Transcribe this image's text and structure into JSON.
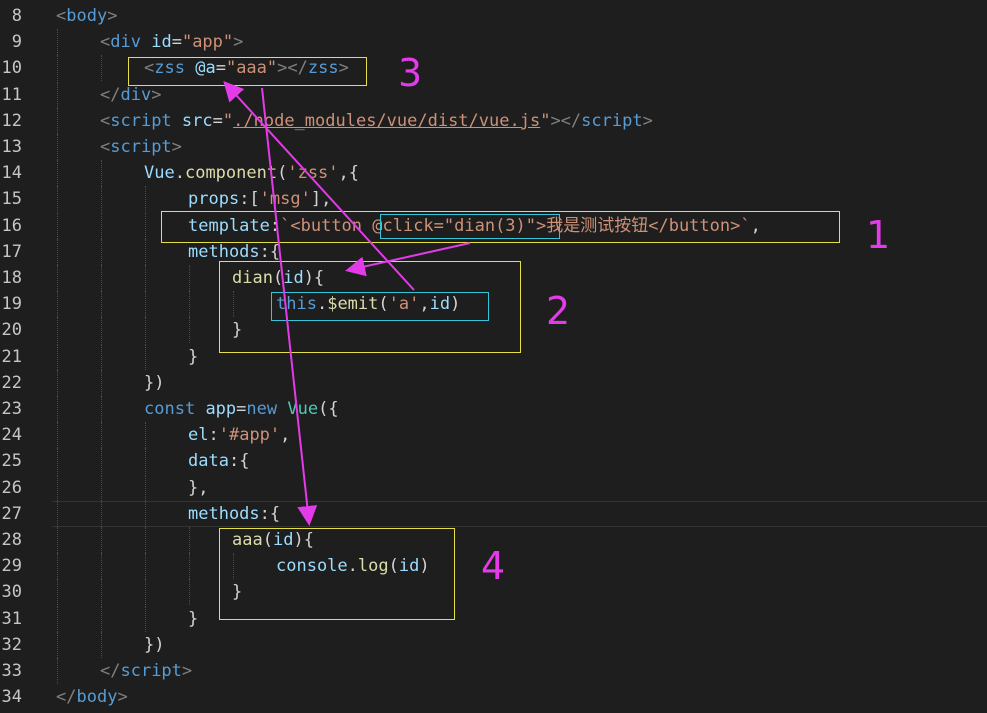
{
  "editor": {
    "lines": [
      {
        "n": "8",
        "tokens": [
          [
            "<",
            "punc"
          ],
          [
            "body",
            "tag"
          ],
          [
            ">",
            "punc"
          ]
        ]
      },
      {
        "n": "9",
        "tokens": [
          [
            "<",
            "punc"
          ],
          [
            "div",
            "tag"
          ],
          [
            " ",
            "plain"
          ],
          [
            "id",
            "attr"
          ],
          [
            "=",
            "plain"
          ],
          [
            "\"app\"",
            "str"
          ],
          [
            ">",
            "punc"
          ]
        ]
      },
      {
        "n": "10",
        "tokens": [
          [
            "<",
            "punc"
          ],
          [
            "zss",
            "tag"
          ],
          [
            " ",
            "plain"
          ],
          [
            "@a",
            "attr"
          ],
          [
            "=",
            "plain"
          ],
          [
            "\"aaa\"",
            "str"
          ],
          [
            "></",
            "punc"
          ],
          [
            "zss",
            "tag"
          ],
          [
            ">",
            "punc"
          ]
        ]
      },
      {
        "n": "11",
        "tokens": [
          [
            "</",
            "punc"
          ],
          [
            "div",
            "tag"
          ],
          [
            ">",
            "punc"
          ]
        ]
      },
      {
        "n": "12",
        "tokens": [
          [
            "<",
            "punc"
          ],
          [
            "script",
            "tag"
          ],
          [
            " ",
            "plain"
          ],
          [
            "src",
            "attr"
          ],
          [
            "=",
            "plain"
          ],
          [
            "\"",
            "str"
          ],
          [
            "./node_modules/vue/dist/vue.js",
            "url"
          ],
          [
            "\"",
            "str"
          ],
          [
            "></",
            "punc"
          ],
          [
            "script",
            "tag"
          ],
          [
            ">",
            "punc"
          ]
        ]
      },
      {
        "n": "13",
        "tokens": [
          [
            "<",
            "punc"
          ],
          [
            "script",
            "tag"
          ],
          [
            ">",
            "punc"
          ]
        ]
      },
      {
        "n": "14",
        "tokens": [
          [
            "Vue",
            "prop"
          ],
          [
            ".",
            "plain"
          ],
          [
            "component",
            "fn"
          ],
          [
            "(",
            "plain"
          ],
          [
            "'zss'",
            "str"
          ],
          [
            ",{",
            "plain"
          ]
        ]
      },
      {
        "n": "15",
        "tokens": [
          [
            "props",
            "prop"
          ],
          [
            ":[",
            "plain"
          ],
          [
            "'msg'",
            "str"
          ],
          [
            "],",
            "plain"
          ]
        ]
      },
      {
        "n": "16",
        "tokens": [
          [
            "template",
            "prop"
          ],
          [
            ":",
            "plain"
          ],
          [
            "`<button @click=\"dian(3)\">我是测试按钮</button>`",
            "str"
          ],
          [
            ",",
            "plain"
          ]
        ]
      },
      {
        "n": "17",
        "tokens": [
          [
            "methods",
            "prop"
          ],
          [
            ":{",
            "plain"
          ]
        ]
      },
      {
        "n": "18",
        "tokens": [
          [
            "dian",
            "fn"
          ],
          [
            "(",
            "plain"
          ],
          [
            "id",
            "prop"
          ],
          [
            "){",
            "plain"
          ]
        ]
      },
      {
        "n": "19",
        "tokens": [
          [
            "this",
            "kw"
          ],
          [
            ".",
            "plain"
          ],
          [
            "$emit",
            "fn"
          ],
          [
            "(",
            "plain"
          ],
          [
            "'a'",
            "str"
          ],
          [
            ",",
            "plain"
          ],
          [
            "id",
            "prop"
          ],
          [
            ")",
            "plain"
          ]
        ]
      },
      {
        "n": "20",
        "tokens": [
          [
            "}",
            "plain"
          ]
        ]
      },
      {
        "n": "21",
        "tokens": [
          [
            "}",
            "plain"
          ]
        ]
      },
      {
        "n": "22",
        "tokens": [
          [
            "})",
            "plain"
          ]
        ]
      },
      {
        "n": "23",
        "tokens": [
          [
            "const",
            "kw"
          ],
          [
            " ",
            "plain"
          ],
          [
            "app",
            "prop"
          ],
          [
            "=",
            "plain"
          ],
          [
            "new",
            "kw"
          ],
          [
            " ",
            "plain"
          ],
          [
            "Vue",
            "cls"
          ],
          [
            "({",
            "plain"
          ]
        ]
      },
      {
        "n": "24",
        "tokens": [
          [
            "el",
            "prop"
          ],
          [
            ":",
            "plain"
          ],
          [
            "'#app'",
            "str"
          ],
          [
            ",",
            "plain"
          ]
        ]
      },
      {
        "n": "25",
        "tokens": [
          [
            "data",
            "prop"
          ],
          [
            ":{",
            "plain"
          ]
        ]
      },
      {
        "n": "26",
        "tokens": [
          [
            "},",
            "plain"
          ]
        ]
      },
      {
        "n": "27",
        "tokens": [
          [
            "methods",
            "prop"
          ],
          [
            ":{",
            "plain"
          ]
        ]
      },
      {
        "n": "28",
        "tokens": [
          [
            "aaa",
            "fn"
          ],
          [
            "(",
            "plain"
          ],
          [
            "id",
            "prop"
          ],
          [
            "){",
            "plain"
          ]
        ]
      },
      {
        "n": "29",
        "tokens": [
          [
            "console",
            "prop"
          ],
          [
            ".",
            "plain"
          ],
          [
            "log",
            "fn"
          ],
          [
            "(",
            "plain"
          ],
          [
            "id",
            "prop"
          ],
          [
            ")",
            "plain"
          ]
        ]
      },
      {
        "n": "30",
        "tokens": [
          [
            "}",
            "plain"
          ]
        ]
      },
      {
        "n": "31",
        "tokens": [
          [
            "}",
            "plain"
          ]
        ]
      },
      {
        "n": "32",
        "tokens": [
          [
            "})",
            "plain"
          ]
        ]
      },
      {
        "n": "33",
        "tokens": [
          [
            "</",
            "punc"
          ],
          [
            "script",
            "tag"
          ],
          [
            ">",
            "punc"
          ]
        ]
      },
      {
        "n": "34",
        "tokens": [
          [
            "</",
            "punc"
          ],
          [
            "body",
            "tag"
          ],
          [
            ">",
            "punc"
          ]
        ]
      }
    ]
  },
  "annotations": {
    "labels": [
      "1",
      "2",
      "3",
      "4"
    ],
    "arrow_color": "#e33be8",
    "box_color": "#e5e04a",
    "highlight_color": "#36c5d8"
  }
}
